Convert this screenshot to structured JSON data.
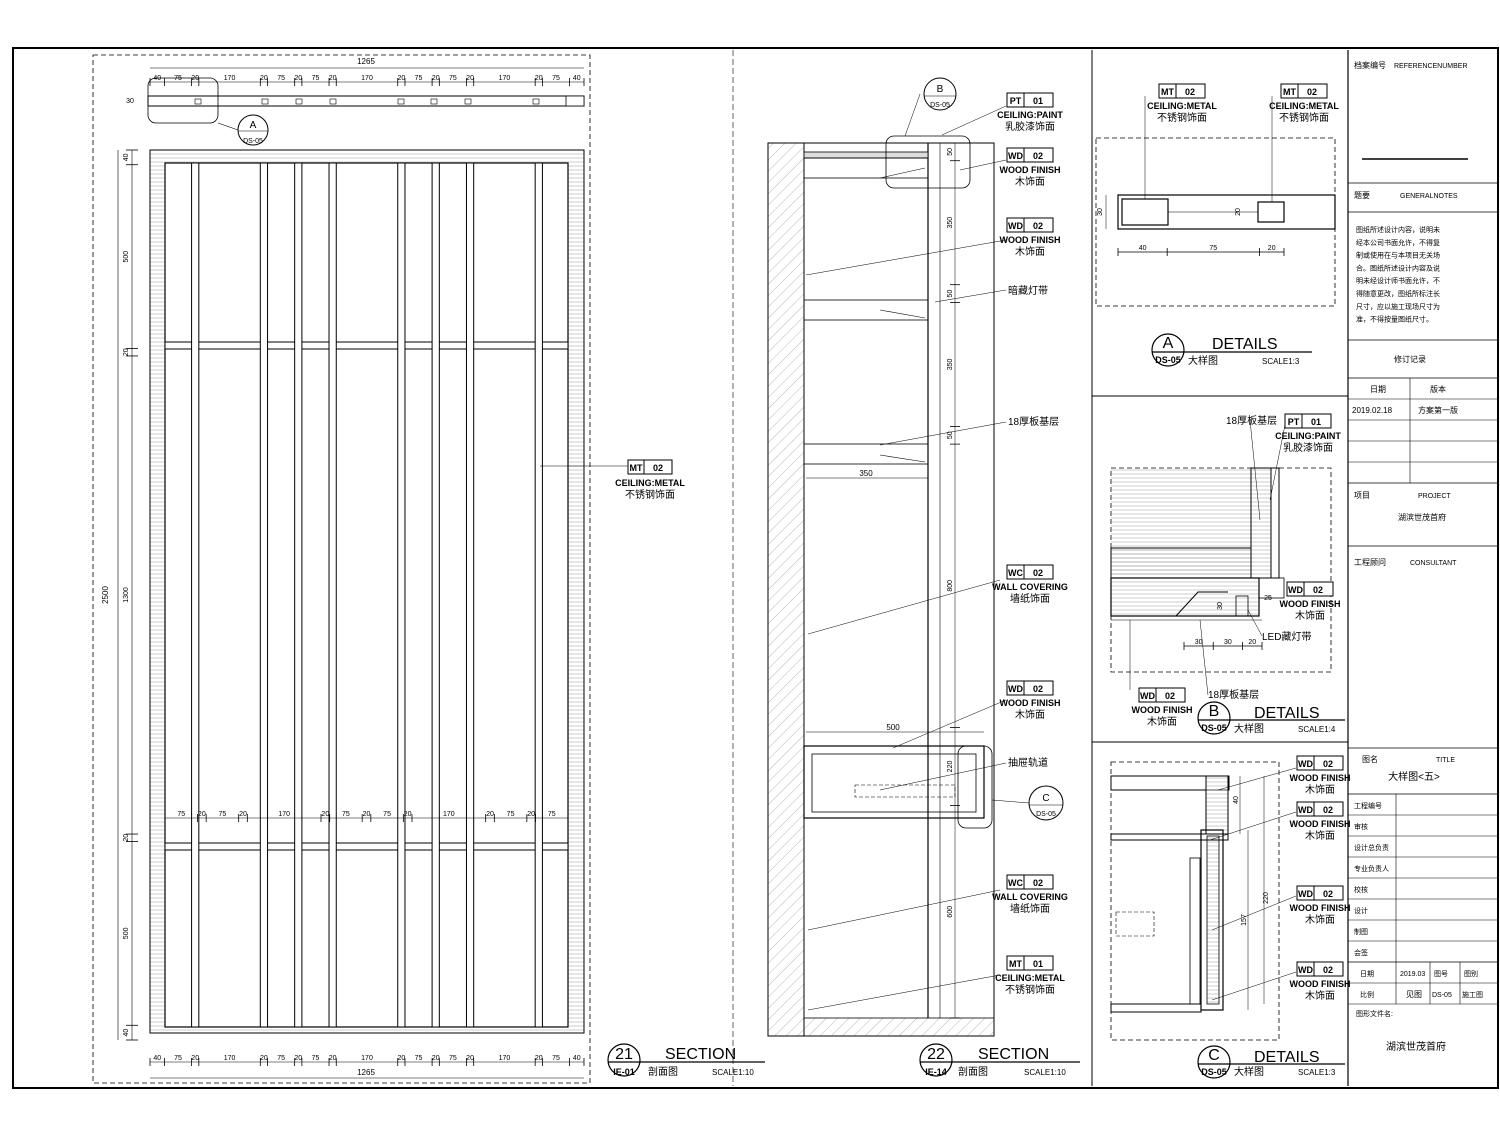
{
  "section21": {
    "dims_top_total": "1265",
    "dims_top": [
      "40",
      "75",
      "20",
      "170",
      "20",
      "75",
      "20",
      "75",
      "20",
      "170",
      "20",
      "75",
      "20",
      "75",
      "20",
      "170",
      "20",
      "75",
      "40"
    ],
    "dims_bottom_total": "1265",
    "dims_mid": [
      "75",
      "20",
      "75",
      "20",
      "170",
      "20",
      "75",
      "20",
      "75",
      "20",
      "170",
      "20",
      "75",
      "20",
      "75"
    ],
    "dims_left_total": "2500",
    "dims_left": [
      "40",
      "500",
      "20",
      "1300",
      "20",
      "500",
      "40"
    ],
    "plate_thk": "30",
    "tag_A_letter": "A",
    "tag_A_sheet": "DS-05",
    "label_tag": "MT",
    "label_num": "02",
    "label_en": "CEILING:METAL",
    "label_cn": "不锈钢饰面",
    "title_num": "21",
    "title_sheet": "IE-01",
    "title_en": "SECTION",
    "title_cn": "剖面图",
    "title_scale": "SCALE1:10"
  },
  "section22": {
    "tag_B_letter": "B",
    "tag_B_sheet": "DS-05",
    "tag_C_letter": "C",
    "tag_C_sheet": "DS-05",
    "dims_right": [
      "50",
      "350",
      "50",
      "350",
      "50",
      "800",
      "220",
      "600"
    ],
    "dim_shelf": "350",
    "dim_drawer": "500",
    "labels": [
      {
        "tag": "PT",
        "num": "01",
        "en": "CEILING:PAINT",
        "cn": "乳胶漆饰面"
      },
      {
        "tag": "WD",
        "num": "02",
        "en": "WOOD FINISH",
        "cn": "木饰面"
      },
      {
        "tag": "WD",
        "num": "02",
        "en": "WOOD FINISH",
        "cn": "木饰面"
      },
      {
        "tag": "WC",
        "num": "02",
        "en": "WALL COVERING",
        "cn": "墙纸饰面"
      },
      {
        "tag": "WD",
        "num": "02",
        "en": "WOOD FINISH",
        "cn": "木饰面"
      },
      {
        "tag": "WC",
        "num": "02",
        "en": "WALL COVERING",
        "cn": "墙纸饰面"
      },
      {
        "tag": "MT",
        "num": "01",
        "en": "CEILING:METAL",
        "cn": "不锈钢饰面"
      }
    ],
    "note_light": "暗藏灯带",
    "note_board": "18厚板基层",
    "note_rail": "抽屉轨道",
    "title_num": "22",
    "title_sheet": "IE-14",
    "title_en": "SECTION",
    "title_cn": "剖面图",
    "title_scale": "SCALE1:10"
  },
  "detailA": {
    "label1": {
      "tag": "MT",
      "num": "02",
      "en": "CEILING:METAL",
      "cn": "不锈钢饰面"
    },
    "label2": {
      "tag": "MT",
      "num": "02",
      "en": "CEILING:METAL",
      "cn": "不锈钢饰面"
    },
    "dims_bottom": [
      "40",
      "75",
      "20"
    ],
    "dim_h": "30",
    "dim_small": "20",
    "title_letter": "A",
    "title_sheet": "DS-05",
    "title_en": "DETAILS",
    "title_cn": "大样图",
    "title_scale": "SCALE1:3"
  },
  "detailB": {
    "label1": {
      "tag": "PT",
      "num": "01",
      "en": "CEILING:PAINT",
      "cn": "乳胶漆饰面"
    },
    "label2": {
      "tag": "WD",
      "num": "02",
      "en": "WOOD FINISH",
      "cn": "木饰面"
    },
    "label3": {
      "tag": "WD",
      "num": "02",
      "en": "WOOD FINISH",
      "cn": "木饰面"
    },
    "note_board_top": "18厚板基层",
    "note_board_bottom": "18厚板基层",
    "note_led": "LED藏灯带",
    "dims_bottom": [
      "30",
      "30",
      "20"
    ],
    "dim_25": "25",
    "dim_30": "30",
    "title_letter": "B",
    "title_sheet": "DS-05",
    "title_en": "DETAILS",
    "title_cn": "大样图",
    "title_scale": "SCALE1:4"
  },
  "detailC": {
    "labels": [
      {
        "tag": "WD",
        "num": "02",
        "en": "WOOD FINISH",
        "cn": "木饰面"
      },
      {
        "tag": "WD",
        "num": "02",
        "en": "WOOD FINISH",
        "cn": "木饰面"
      },
      {
        "tag": "WD",
        "num": "02",
        "en": "WOOD FINISH",
        "cn": "木饰面"
      },
      {
        "tag": "WD",
        "num": "02",
        "en": "WOOD FINISH",
        "cn": "木饰面"
      }
    ],
    "dim_40": "40",
    "dim_220": "220",
    "dim_157": "157",
    "title_letter": "C",
    "title_sheet": "DS-05",
    "title_en": "DETAILS",
    "title_cn": "大样图",
    "title_scale": "SCALE1:3"
  },
  "titleblock": {
    "ref_label": "档案编号",
    "ref_value": "REFERENCENUMBER",
    "notes_label": "题要",
    "notes_en": "GENERALNOTES",
    "notes_lines": [
      "图纸所述设计内容，说明未",
      "经本公司书面允许，不得复",
      "制或使用在与本项目无关场",
      "合。图纸所述设计内容及说",
      "明未经设计师书面允许，不",
      "得随意更改，图纸所标注长",
      "尺寸，应以施工现场尺寸为",
      "准，不得按量图纸尺寸。"
    ],
    "rev_title": "修订记录",
    "rev_date_h": "日期",
    "rev_ver_h": "版本",
    "rev_date": "2019.02.18",
    "rev_ver": "方案第一版",
    "project_label": "项目",
    "project_en": "PROJECT",
    "project_name": "湖滨世茂首府",
    "consultant_label": "工程顾问",
    "consultant_en": "CONSULTANT",
    "title_label": "图名",
    "title_en": "TITLE",
    "title_name": "大样图<五>",
    "rows": [
      "工程编号",
      "审核",
      "设计总负责",
      "专业负责人",
      "校核",
      "设计",
      "制图",
      "会签"
    ],
    "date_label": "日期",
    "date_value": "2019.03",
    "num_label": "图号",
    "type_label": "图别",
    "scale_label": "比例",
    "scale_value": "见图",
    "sheet_no": "DS-05",
    "sheet_type": "施工图",
    "file_label": "图形文件名:",
    "file_value": "湖滨世茂首府"
  }
}
